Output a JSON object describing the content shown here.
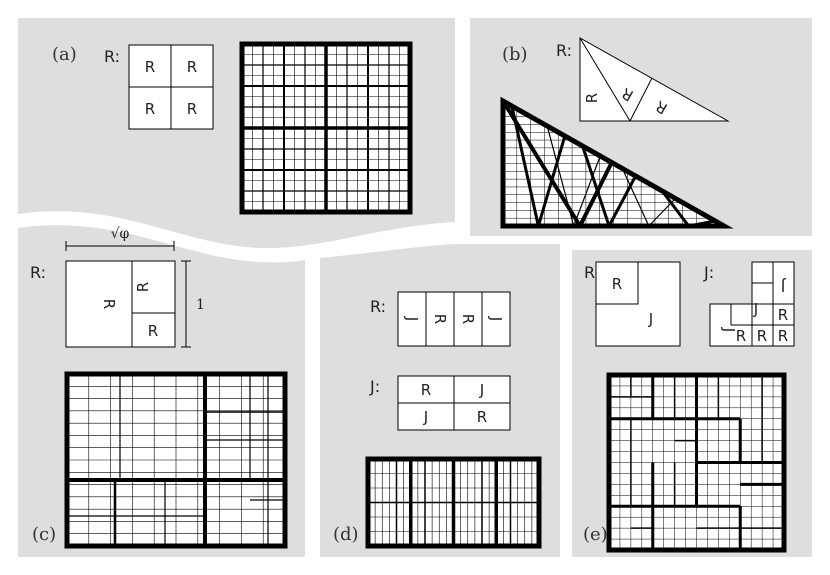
{
  "panels": {
    "a": {
      "label": "(a)",
      "rule_label": "R:",
      "letters": [
        "R",
        "R",
        "R",
        "R"
      ]
    },
    "b": {
      "label": "(b)",
      "rule_label": "R:",
      "letters": [
        "R",
        "R",
        "R"
      ]
    },
    "c": {
      "label": "(c)",
      "rule_label": "R:",
      "letters": [
        "R",
        "R",
        "R"
      ],
      "width_label": "√φ",
      "height_label": "1"
    },
    "d": {
      "label": "(d)",
      "rule_label_r": "R:",
      "rule_label_j": "J:",
      "r_letters": [
        "J",
        "R",
        "R",
        "J"
      ],
      "j_letters": [
        "R",
        "J",
        "J",
        "R"
      ]
    },
    "e": {
      "label": "(e)",
      "rule_label_r": "R:",
      "rule_label_j": "J:",
      "r_letters": [
        "R",
        "J"
      ],
      "j_letters": [
        "J",
        "J",
        "J",
        "R",
        "R",
        "R",
        "R"
      ]
    }
  },
  "colors": {
    "panel_bg": "#dedede",
    "gap": "#ffffff",
    "ink": "#000000",
    "tile_bg": "#ffffff"
  }
}
